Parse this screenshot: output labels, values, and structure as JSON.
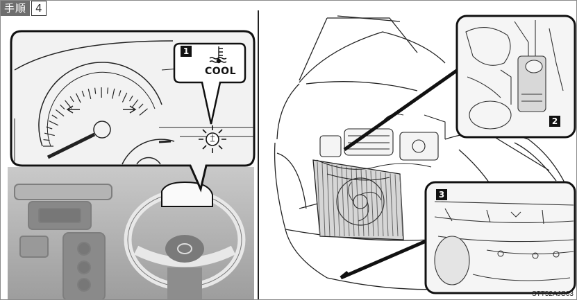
{
  "step": {
    "label": "手順",
    "number": "4"
  },
  "callouts": {
    "c1": {
      "num": "1",
      "icon": "coolant-temperature-warning-icon",
      "text": "COOL"
    },
    "c2": {
      "num": "2"
    },
    "c3": {
      "num": "3"
    }
  },
  "figure_code": "STT52AJC03"
}
